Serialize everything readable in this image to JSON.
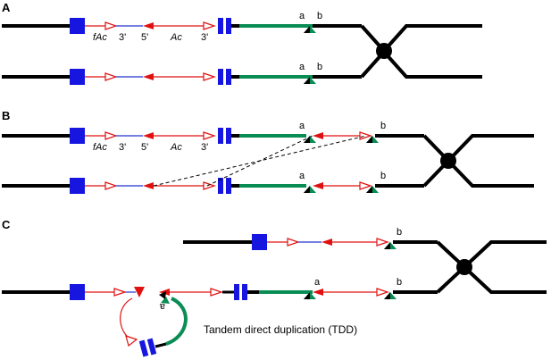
{
  "panels": {
    "a": "A",
    "b": "B",
    "c": "C"
  },
  "labels": {
    "fAc": "fAc",
    "ac": "Ac",
    "three_prime": "3'",
    "five_prime": "5'",
    "site_a": "a",
    "site_b": "b"
  },
  "caption": "Tandem direct duplication (TDD)",
  "colors": {
    "chromosome": "#000000",
    "exon_block": "#1616e0",
    "transposon": "#e01010",
    "green_segment": "#0a8c55",
    "blue_link": "#2233cc"
  }
}
